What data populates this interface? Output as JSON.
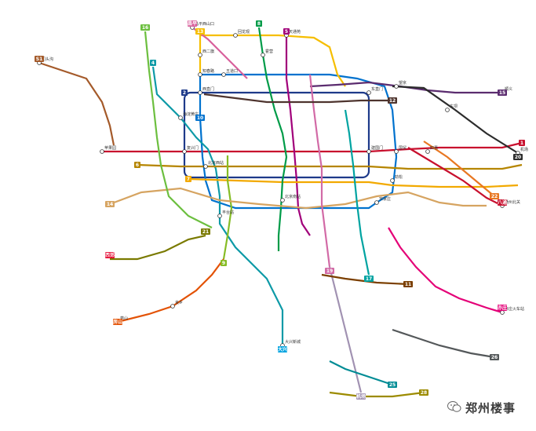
{
  "lines": [
    {
      "id": "l1",
      "number": "1",
      "color": "#c8102e"
    },
    {
      "id": "l2",
      "number": "2",
      "color": "#1e3a8a"
    },
    {
      "id": "l4",
      "number": "4",
      "color": "#0e9aa7"
    },
    {
      "id": "l5",
      "number": "5",
      "color": "#a1007a"
    },
    {
      "id": "l6",
      "number": "6",
      "color": "#b58500"
    },
    {
      "id": "l7",
      "number": "7",
      "color": "#f2a900"
    },
    {
      "id": "l8",
      "number": "8",
      "color": "#009b48"
    },
    {
      "id": "l9",
      "number": "9",
      "color": "#86bc25"
    },
    {
      "id": "l10",
      "number": "10",
      "color": "#0072ce"
    },
    {
      "id": "l13",
      "number": "13",
      "color": "#f6be00"
    },
    {
      "id": "l14",
      "number": "14",
      "color": "#d6a461"
    },
    {
      "id": "l15",
      "number": "15",
      "color": "#5b2c6f"
    },
    {
      "id": "l16",
      "number": "16",
      "color": "#6cbf3f"
    },
    {
      "id": "l17",
      "number": "17",
      "color": "#00a3a1"
    },
    {
      "id": "l19",
      "number": "19",
      "color": "#d26aa6"
    },
    {
      "id": "bt",
      "number": "八通",
      "color": "#c8102e"
    },
    {
      "id": "cp",
      "number": "昌平",
      "color": "#d8609c"
    },
    {
      "id": "fs",
      "number": "房山",
      "color": "#e35205"
    },
    {
      "id": "yz",
      "number": "亦庄",
      "color": "#e40077"
    },
    {
      "id": "s1",
      "number": "S1",
      "color": "#a45a2a"
    },
    {
      "id": "xj",
      "number": "西郊",
      "color": "#e4002b"
    },
    {
      "id": "dx",
      "number": "大兴",
      "color": "#00a3e0"
    },
    {
      "id": "ap",
      "number": "机场",
      "color": "#a192b2"
    },
    {
      "id": "l11",
      "number": "11",
      "color": "#7b3f00"
    },
    {
      "id": "l12",
      "number": "12",
      "color": "#4e342e"
    },
    {
      "id": "l20",
      "number": "20",
      "color": "#2c2c2c"
    },
    {
      "id": "l21",
      "number": "21",
      "color": "#7a7a00"
    },
    {
      "id": "l22",
      "number": "22",
      "color": "#e87722"
    },
    {
      "id": "l25",
      "number": "25",
      "color": "#008c95"
    },
    {
      "id": "l26",
      "number": "26",
      "color": "#54585a"
    },
    {
      "id": "l28",
      "number": "28",
      "color": "#9c8b00"
    }
  ],
  "stations": [
    {
      "id": "s_xizhimen",
      "label": "西直门"
    },
    {
      "id": "s_dongzhimen",
      "label": "东直门"
    },
    {
      "id": "s_jianguomen",
      "label": "建国门"
    },
    {
      "id": "s_fuxingmen",
      "label": "复兴门"
    },
    {
      "id": "s_guomao",
      "label": "国贸"
    },
    {
      "id": "s_sihui",
      "label": "四惠"
    },
    {
      "id": "s_wangjing",
      "label": "望京"
    },
    {
      "id": "s_xierqi",
      "label": "西二旗"
    },
    {
      "id": "s_zhichunlu",
      "label": "知春路"
    },
    {
      "id": "s_haidian",
      "label": "海淀黄庄"
    },
    {
      "id": "s_pingguoyuan",
      "label": "苹果园"
    },
    {
      "id": "s_songjiazhuang",
      "label": "宋家庄"
    },
    {
      "id": "s_beijingxi",
      "label": "北京西站"
    },
    {
      "id": "s_beijingnan",
      "label": "北京南站"
    },
    {
      "id": "s_tiantongyuan",
      "label": "天通苑"
    },
    {
      "id": "s_huilongguan",
      "label": "回龙观"
    },
    {
      "id": "s_yizhuang",
      "label": "亦庄火车站"
    },
    {
      "id": "s_daxing",
      "label": "大兴新城"
    },
    {
      "id": "s_tongzhou",
      "label": "通州北关"
    },
    {
      "id": "s_changping",
      "label": "昌平西山口"
    },
    {
      "id": "s_shunyi",
      "label": "顺义"
    },
    {
      "id": "s_airport",
      "label": "机场"
    },
    {
      "id": "s_yanshan",
      "label": "燕山"
    },
    {
      "id": "s_mentougou",
      "label": "门头沟"
    },
    {
      "id": "s_liangxiang",
      "label": "良乡"
    },
    {
      "id": "s_jinsong",
      "label": "劲松"
    },
    {
      "id": "s_fengtai",
      "label": "丰台站"
    },
    {
      "id": "s_wudaokou",
      "label": "五道口"
    },
    {
      "id": "s_huoying",
      "label": "霍营"
    },
    {
      "id": "s_dongba",
      "label": "东坝"
    }
  ],
  "brand": {
    "text": "郑州楼事",
    "icon": "wechat-icon"
  }
}
